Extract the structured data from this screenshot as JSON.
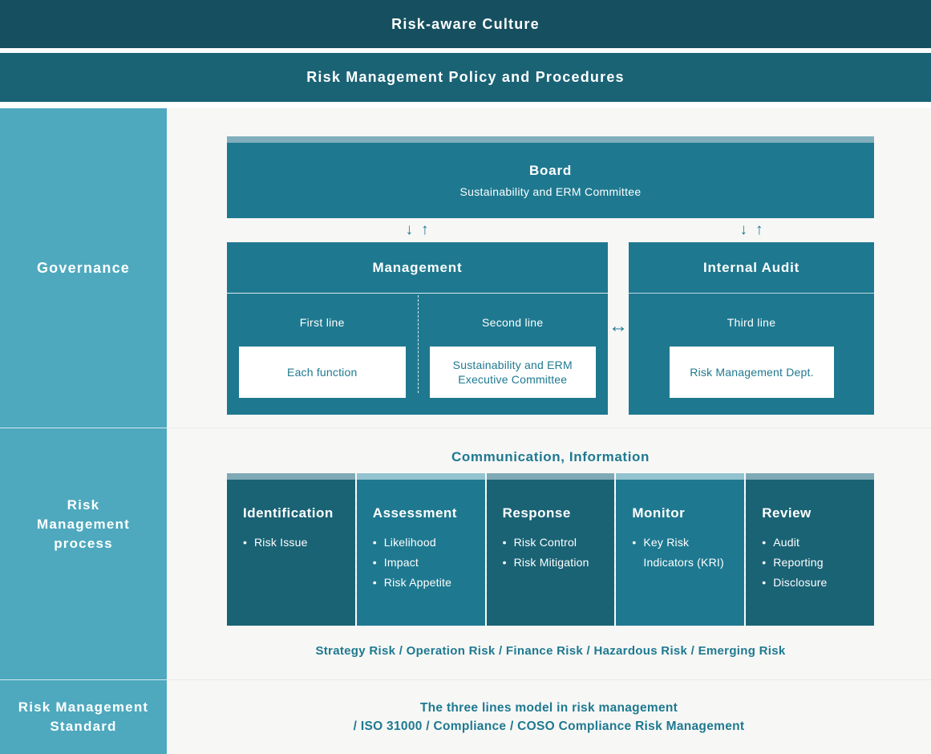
{
  "banners": {
    "culture": "Risk-aware Culture",
    "policy": "Risk Management Policy and Procedures"
  },
  "sidebar": {
    "governance": "Governance",
    "process": "Risk\nManagement\nprocess",
    "standard": "Risk Management\nStandard"
  },
  "governance": {
    "board": {
      "title": "Board",
      "subtitle": "Sustainability and ERM Committee"
    },
    "arrow_down": "↓",
    "arrow_up": "↑",
    "arrow_both": "↔",
    "management": {
      "title": "Management",
      "first": {
        "label": "First line",
        "box": "Each function"
      },
      "second": {
        "label": "Second line",
        "box": "Sustainability and ERM Executive Committee"
      }
    },
    "internal_audit": {
      "title": "Internal Audit",
      "third": {
        "label": "Third line",
        "box": "Risk Management Dept."
      }
    }
  },
  "process": {
    "heading": "Communication, Information",
    "columns": [
      {
        "title": "Identification",
        "items": [
          "Risk Issue"
        ]
      },
      {
        "title": "Assessment",
        "items": [
          "Likelihood",
          "Impact",
          "Risk Appetite"
        ]
      },
      {
        "title": "Response",
        "items": [
          "Risk Control",
          "Risk Mitigation"
        ]
      },
      {
        "title": "Monitor",
        "items": [
          "Key Risk Indicators (KRI)"
        ]
      },
      {
        "title": "Review",
        "items": [
          "Audit",
          "Reporting",
          "Disclosure"
        ]
      }
    ],
    "risk_types": "Strategy Risk / Operation Risk / Finance Risk / Hazardous Risk / Emerging Risk"
  },
  "standard": {
    "line1": "The three lines model in risk management",
    "line2": "/ ISO 31000 / Compliance / COSO Compliance Risk Management"
  },
  "colors": {
    "top_bar": "#165060",
    "policy_bar": "#1a6375",
    "sidebar": "#4ea9be",
    "box_teal": "#1e7990",
    "column_dark": "#1a6375",
    "board_strip": "#80aebc",
    "strip_dark": "#7fa9b5",
    "strip_light": "#92c3cf",
    "accent_text": "#1e7990",
    "background": "#f7f7f6"
  }
}
